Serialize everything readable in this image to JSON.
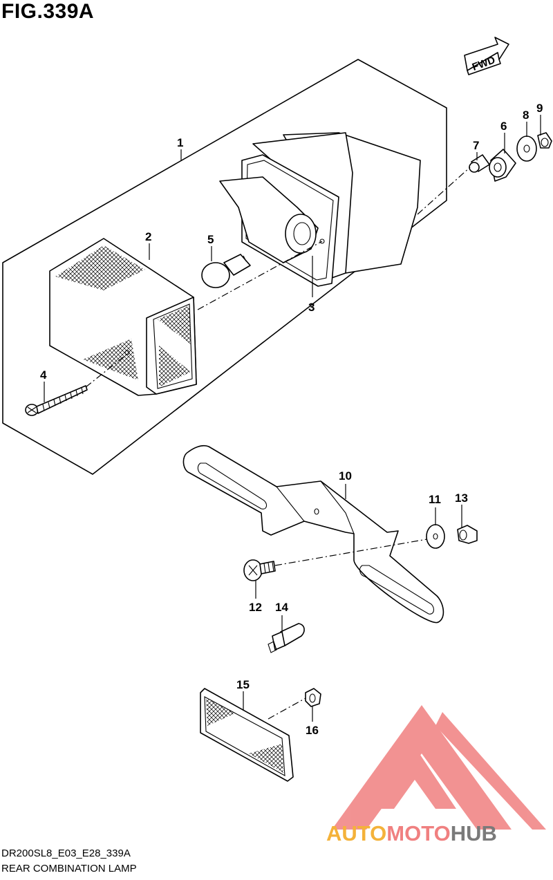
{
  "figure": {
    "title": "FIG.339A",
    "fwd_label": "FWD"
  },
  "callouts": [
    {
      "id": "1",
      "label": "1"
    },
    {
      "id": "2",
      "label": "2"
    },
    {
      "id": "3",
      "label": "3"
    },
    {
      "id": "4",
      "label": "4"
    },
    {
      "id": "5",
      "label": "5"
    },
    {
      "id": "6",
      "label": "6"
    },
    {
      "id": "7",
      "label": "7"
    },
    {
      "id": "8",
      "label": "8"
    },
    {
      "id": "9",
      "label": "9"
    },
    {
      "id": "10",
      "label": "10"
    },
    {
      "id": "11",
      "label": "11"
    },
    {
      "id": "12",
      "label": "12"
    },
    {
      "id": "13",
      "label": "13"
    },
    {
      "id": "14",
      "label": "14"
    },
    {
      "id": "15",
      "label": "15"
    },
    {
      "id": "16",
      "label": "16"
    }
  ],
  "footer": {
    "code": "DR200SL8_E03_E28_339A",
    "name": "REAR COMBINATION LAMP"
  },
  "watermark": {
    "part1": "AUTO",
    "part2": "MOTO",
    "part3": "HUB",
    "colors": {
      "part1": "#f4b23a",
      "part2": "#f08080",
      "part3": "#7a7a7a"
    }
  }
}
